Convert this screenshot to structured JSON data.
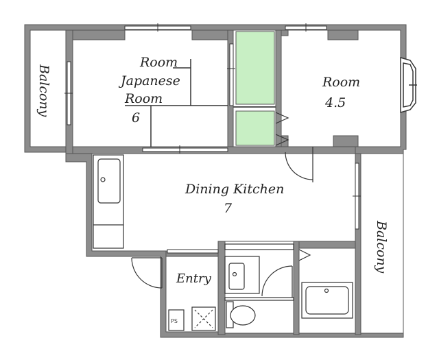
{
  "labels": {
    "room_top": "Room",
    "japanese_room": "Japanese",
    "japanese_room_word": "Room",
    "japanese_size": "6",
    "room_right": "Room",
    "room_right_size": "4.5",
    "balcony_left": "Balcony",
    "balcony_right": "Balcony",
    "dining_kitchen": "Dining Kitchen",
    "dining_kitchen_size": "7",
    "entry": "Entry",
    "ps": "PS"
  },
  "colors": {
    "wall": "#8c8c8c",
    "wall_outline": "#555555",
    "closet": "#c8efc4",
    "line": "#333333"
  }
}
